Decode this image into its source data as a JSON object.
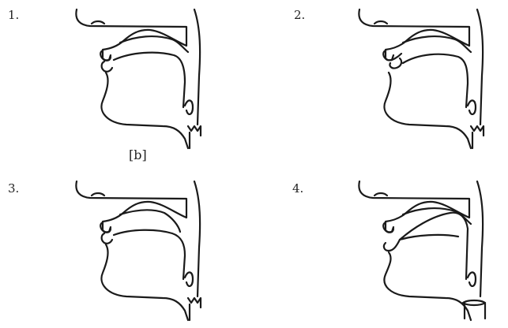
{
  "panels": [
    {
      "number": "1.",
      "label": "[b]",
      "velum": "raised",
      "lips": "closed"
    },
    {
      "number": "2.",
      "label": "",
      "velum": "raised",
      "lips": "labiodental"
    },
    {
      "number": "3.",
      "label": "",
      "velum": "lowered",
      "lips": "closed"
    },
    {
      "number": "4.",
      "label": "",
      "velum": "raised",
      "lips": "open",
      "glottis": "open"
    }
  ],
  "colors": {
    "line": "#1a1a1a",
    "text": "#222222",
    "background": "#ffffff"
  }
}
